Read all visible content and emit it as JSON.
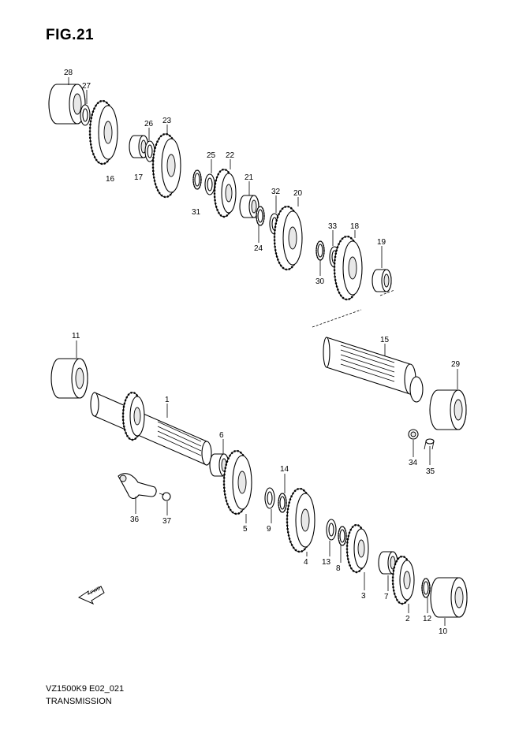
{
  "figure": {
    "title": "FIG.21"
  },
  "footer": {
    "code": "VZ1500K9 E02_021",
    "caption": "TRANSMISSION"
  },
  "fwd_label": "FWD",
  "labels": [
    "1",
    "2",
    "3",
    "4",
    "5",
    "6",
    "8",
    "9",
    "10",
    "11",
    "12",
    "13",
    "14",
    "15",
    "16",
    "17",
    "18",
    "19",
    "20",
    "21",
    "22",
    "23",
    "24",
    "25",
    "26",
    "27",
    "28",
    "29",
    "30",
    "31",
    "32",
    "33",
    "34",
    "35",
    "36",
    "37",
    "7"
  ],
  "colors": {
    "line": "#000000",
    "background": "#ffffff"
  }
}
